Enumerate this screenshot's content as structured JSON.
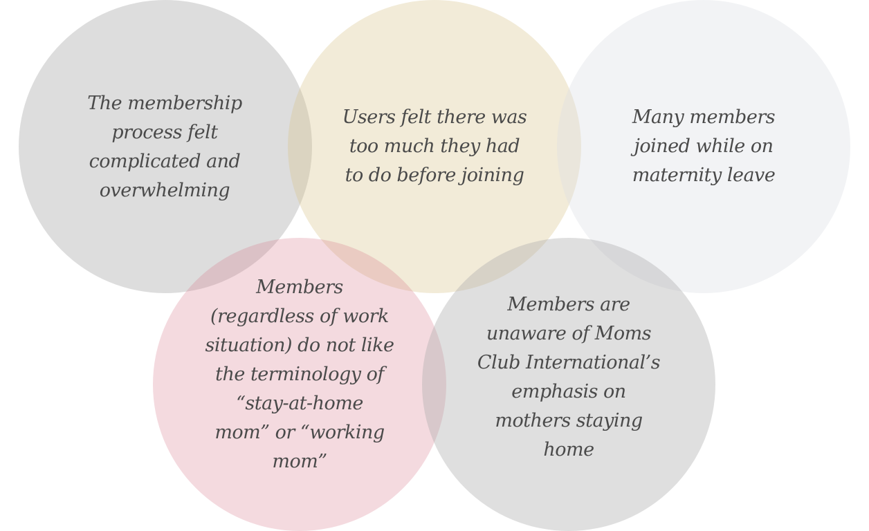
{
  "circles": [
    {
      "color": "#aaaaaa",
      "lines": [
        "The membership",
        "process felt",
        "complicated and",
        "overwhelming"
      ]
    },
    {
      "color": "#d8c48c",
      "lines": [
        "Users felt there was",
        "too much they had",
        "to do before joining"
      ]
    },
    {
      "color": "#dadee4",
      "lines": [
        "Many members",
        "joined while on",
        "maternity leave"
      ]
    },
    {
      "color": "#d47082",
      "lines": [
        "Members",
        "(regardless of work",
        "situation) do not like",
        "the terminology of",
        "“stay-at-home",
        "mom” or “working",
        "mom”"
      ]
    },
    {
      "color": "#aaaaaa",
      "lines": [
        "Members are",
        "unaware of Moms",
        "Club International’s",
        "emphasis on",
        "mothers staying",
        "home"
      ]
    }
  ]
}
